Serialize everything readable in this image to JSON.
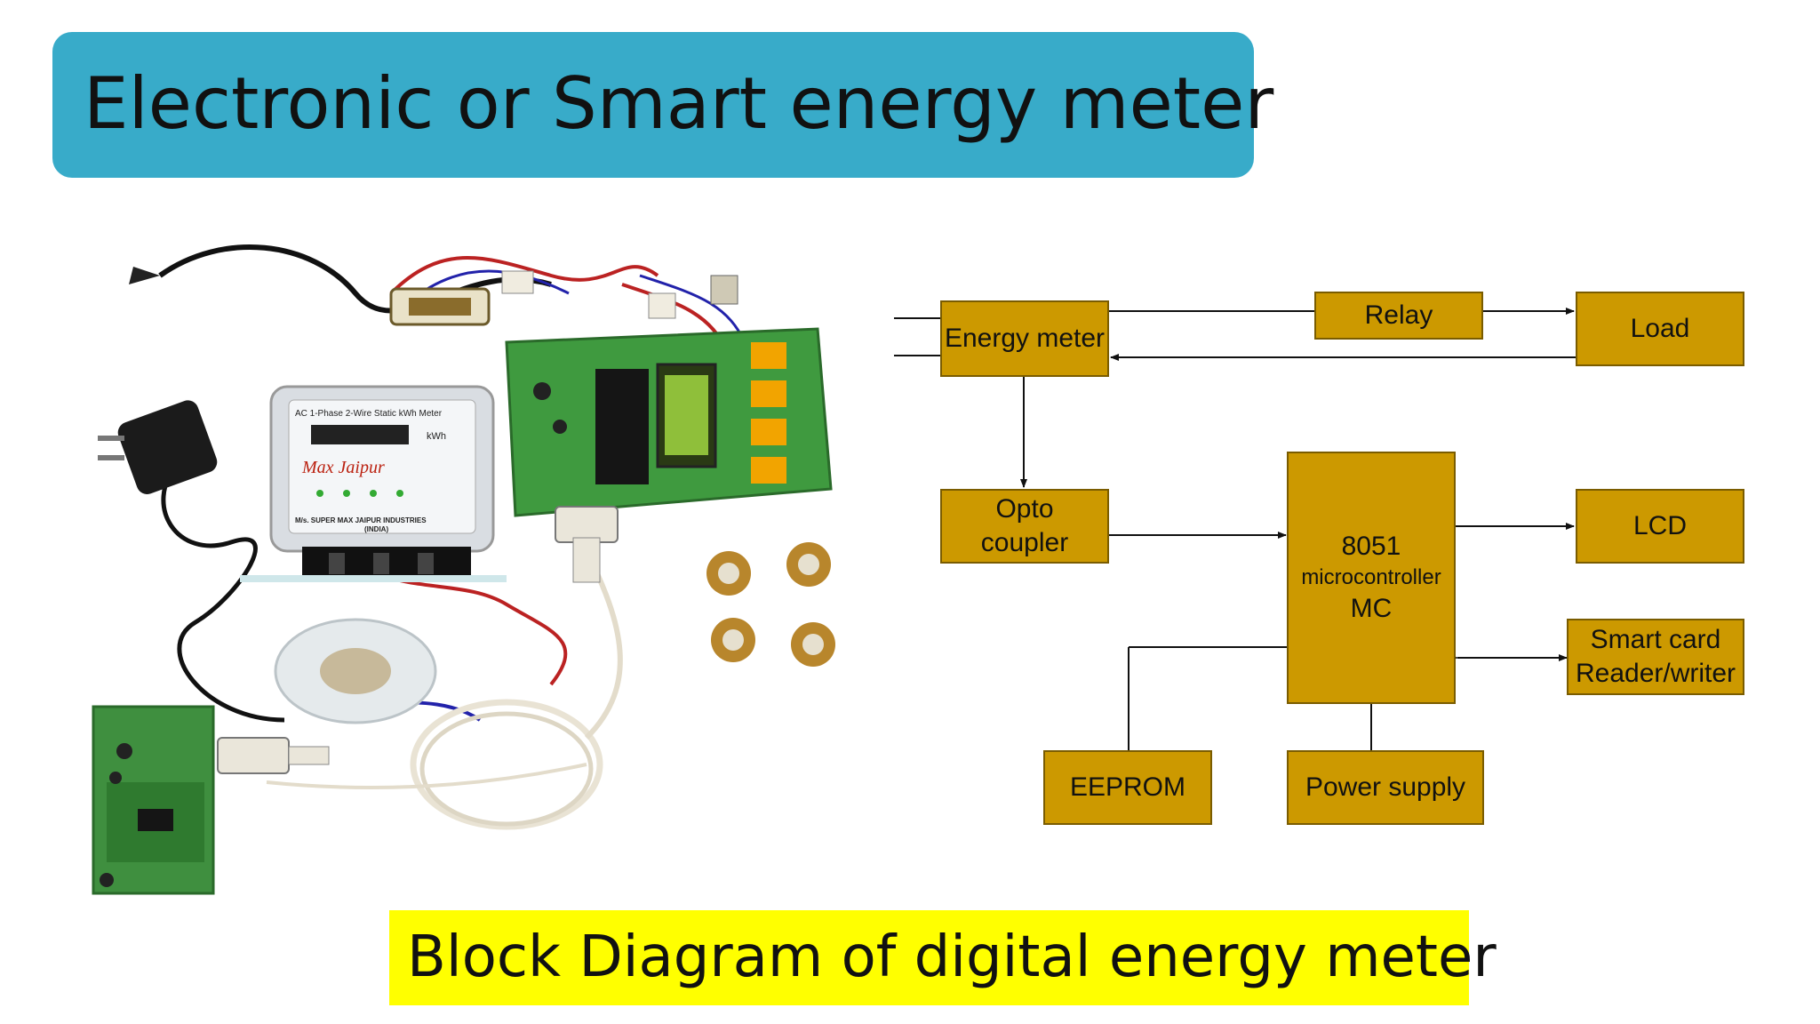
{
  "slide": {
    "title": "Electronic or Smart energy meter",
    "caption": "Block Diagram of digital energy meter"
  },
  "photo": {
    "meter_header": "AC 1-Phase 2-Wire Static kWh Meter",
    "meter_unit": "kWh",
    "meter_brand": "Max Jaipur",
    "meter_maker": "M/s. SUPER MAX JAIPUR INDUSTRIES",
    "meter_country": "(INDIA)"
  },
  "diagram": {
    "energy_meter": "Energy meter",
    "relay": "Relay",
    "load": "Load",
    "opto_line1": "Opto",
    "opto_line2": "coupler",
    "mcu_line1": "8051",
    "mcu_line2": "microcontroller",
    "mcu_line3": "MC",
    "lcd": "LCD",
    "smartcard_line1": "Smart card",
    "smartcard_line2": "Reader/writer",
    "eeprom": "EEPROM",
    "power_supply": "Power supply"
  },
  "colors": {
    "title_bar": "#38abc9",
    "caption_bar": "#ffff00",
    "block_fill": "#cc9900",
    "block_border": "#7a5c00"
  }
}
